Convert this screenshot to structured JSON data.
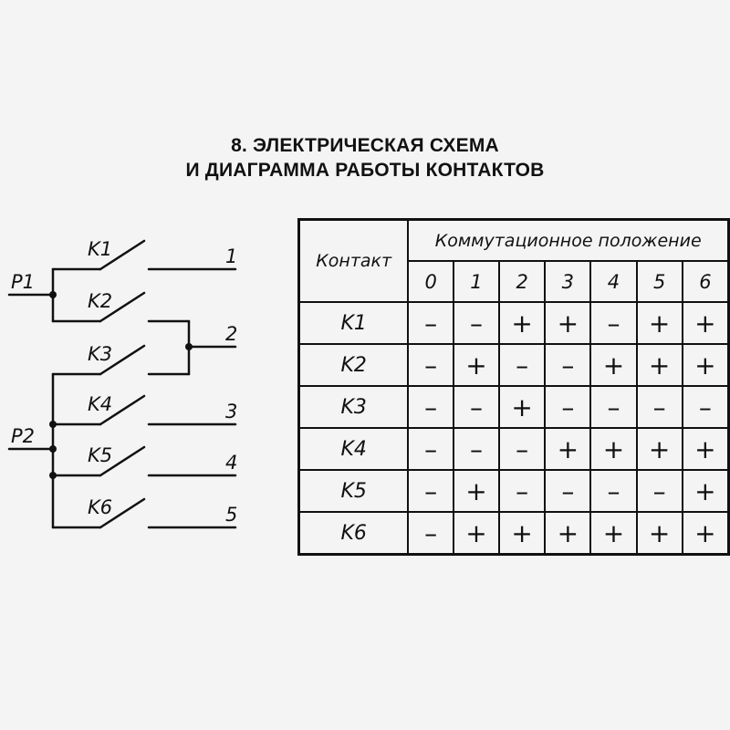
{
  "title": {
    "line1": "8. ЭЛЕКТРИЧЕСКАЯ СХЕМА",
    "line2": "И ДИАГРАММА РАБОТЫ КОНТАКТОВ"
  },
  "scheme": {
    "inputs": [
      "P1",
      "P2"
    ],
    "contacts": [
      "K1",
      "K2",
      "K3",
      "K4",
      "K5",
      "K6"
    ],
    "outputs": [
      "1",
      "2",
      "3",
      "4",
      "5"
    ]
  },
  "table": {
    "contact_header": "Контакт",
    "position_header": "Коммутационное положение",
    "positions": [
      "0",
      "1",
      "2",
      "3",
      "4",
      "5",
      "6"
    ],
    "rows": [
      {
        "name": "K1",
        "values": [
          "–",
          "–",
          "+",
          "+",
          "–",
          "+",
          "+"
        ]
      },
      {
        "name": "K2",
        "values": [
          "–",
          "+",
          "–",
          "–",
          "+",
          "+",
          "+"
        ]
      },
      {
        "name": "K3",
        "values": [
          "–",
          "–",
          "+",
          "–",
          "–",
          "–",
          "–"
        ]
      },
      {
        "name": "K4",
        "values": [
          "–",
          "–",
          "–",
          "+",
          "+",
          "+",
          "+"
        ]
      },
      {
        "name": "K5",
        "values": [
          "–",
          "+",
          "–",
          "–",
          "–",
          "–",
          "+"
        ]
      },
      {
        "name": "K6",
        "values": [
          "–",
          "+",
          "+",
          "+",
          "+",
          "+",
          "+"
        ]
      }
    ]
  }
}
